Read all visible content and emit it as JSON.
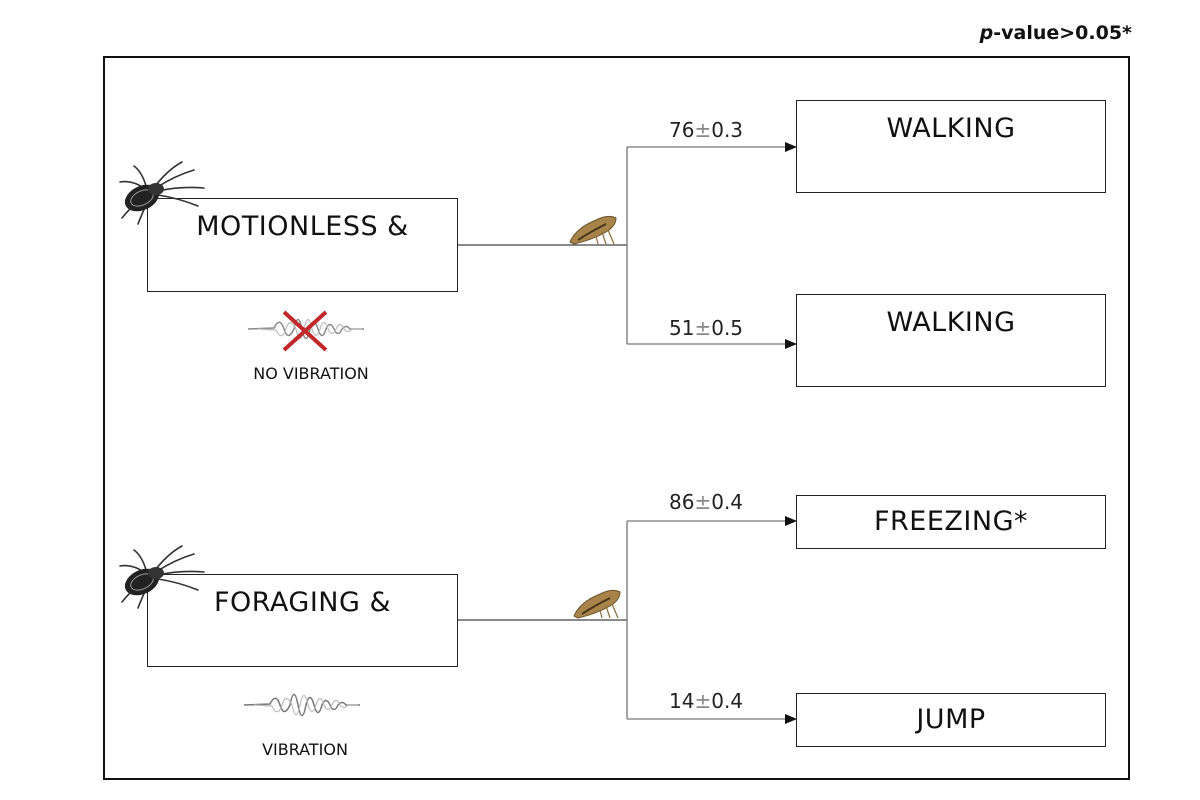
{
  "header": {
    "significance_prefix": "p",
    "significance_text": "-value>0.05*"
  },
  "conditions": [
    {
      "id": "motionless",
      "spider_state_label": "MOTIONLESS &",
      "spider_icon": "spider-icon",
      "vibration_icon": "vibration-wave-crossed-icon",
      "vibration_label": "NO VIBRATION",
      "prey_icon": "leafhopper-icon",
      "outcomes": [
        {
          "value": "76",
          "error": "0.3",
          "pm": "±",
          "label": "WALKING"
        },
        {
          "value": "51",
          "error": "0.5",
          "pm": "±",
          "label": "WALKING"
        }
      ]
    },
    {
      "id": "foraging",
      "spider_state_label": "FORAGING &",
      "spider_icon": "spider-icon",
      "vibration_icon": "vibration-wave-icon",
      "vibration_label": "VIBRATION",
      "prey_icon": "leafhopper-icon",
      "outcomes": [
        {
          "value": "86",
          "error": "0.4",
          "pm": "±",
          "label": "FREEZING*"
        },
        {
          "value": "14",
          "error": "0.4",
          "pm": "±",
          "label": "JUMP"
        }
      ]
    }
  ],
  "colors": {
    "cross": "#c0282a",
    "line": "#555555",
    "box_border": "#222222",
    "insect_body": "#a8844a"
  }
}
